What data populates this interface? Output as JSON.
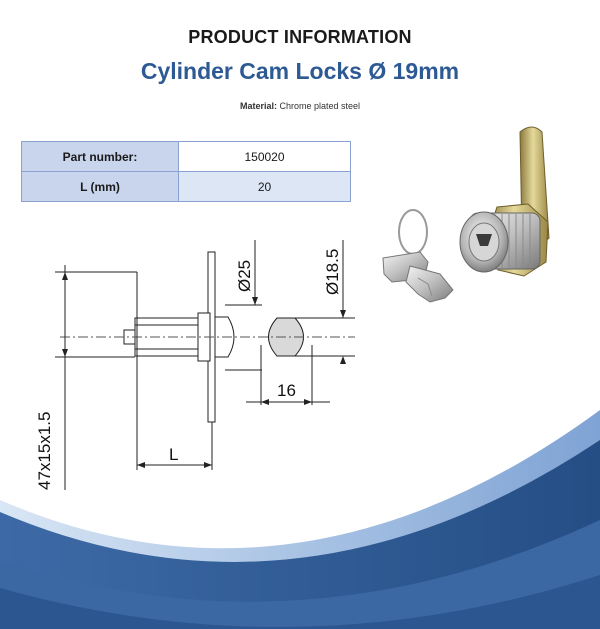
{
  "header": {
    "section_title": "PRODUCT INFORMATION",
    "product_title": "Cylinder Cam Locks Ø 19mm"
  },
  "material": {
    "label": "Material:",
    "value": "Chrome plated steel"
  },
  "specs": [
    {
      "label": "Part number:",
      "value": "150020"
    },
    {
      "label": "L (mm)",
      "value": "20"
    }
  ],
  "drawing": {
    "dim_plate": "47x15x1.5",
    "dim_flange": "Ø25",
    "dim_body": "Ø18.5",
    "dim_flat": "16",
    "dim_length": "L"
  },
  "colors": {
    "title": "#2e5a94",
    "table_label_bg": "#c9d5ec",
    "table_alt_bg": "#dde6f5",
    "swoosh_dark": "#2f5b93",
    "swoosh_light": "#a9c3e4"
  }
}
